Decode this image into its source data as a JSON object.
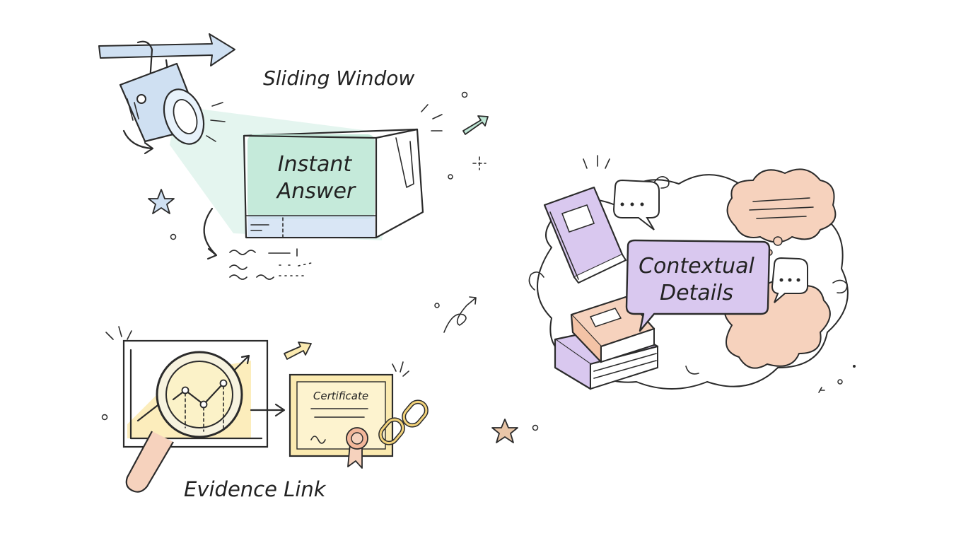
{
  "labels": {
    "sliding_window": "Sliding Window",
    "instant_answer_line1": "Instant",
    "instant_answer_line2": "Answer",
    "contextual_line1": "Contextual",
    "contextual_line2": "Details",
    "evidence_link": "Evidence Link",
    "certificate": "Certificate"
  },
  "colors": {
    "ink": "#2b2b2b",
    "mint": "#bfe8d6",
    "light_blue": "#cfe0f2",
    "lavender": "#d9c8ef",
    "peach": "#f6d2bd",
    "butter": "#fbeab0",
    "star_fill": "#e9c6a8"
  },
  "icons": [
    "spotlight-icon",
    "arrow-right-icon",
    "box-icon",
    "star-icon",
    "book-stack-icon",
    "speech-bubble-icon",
    "thought-cloud-icon",
    "magnifier-icon",
    "chart-icon",
    "certificate-icon",
    "chain-link-icon",
    "ribbon-seal-icon"
  ]
}
